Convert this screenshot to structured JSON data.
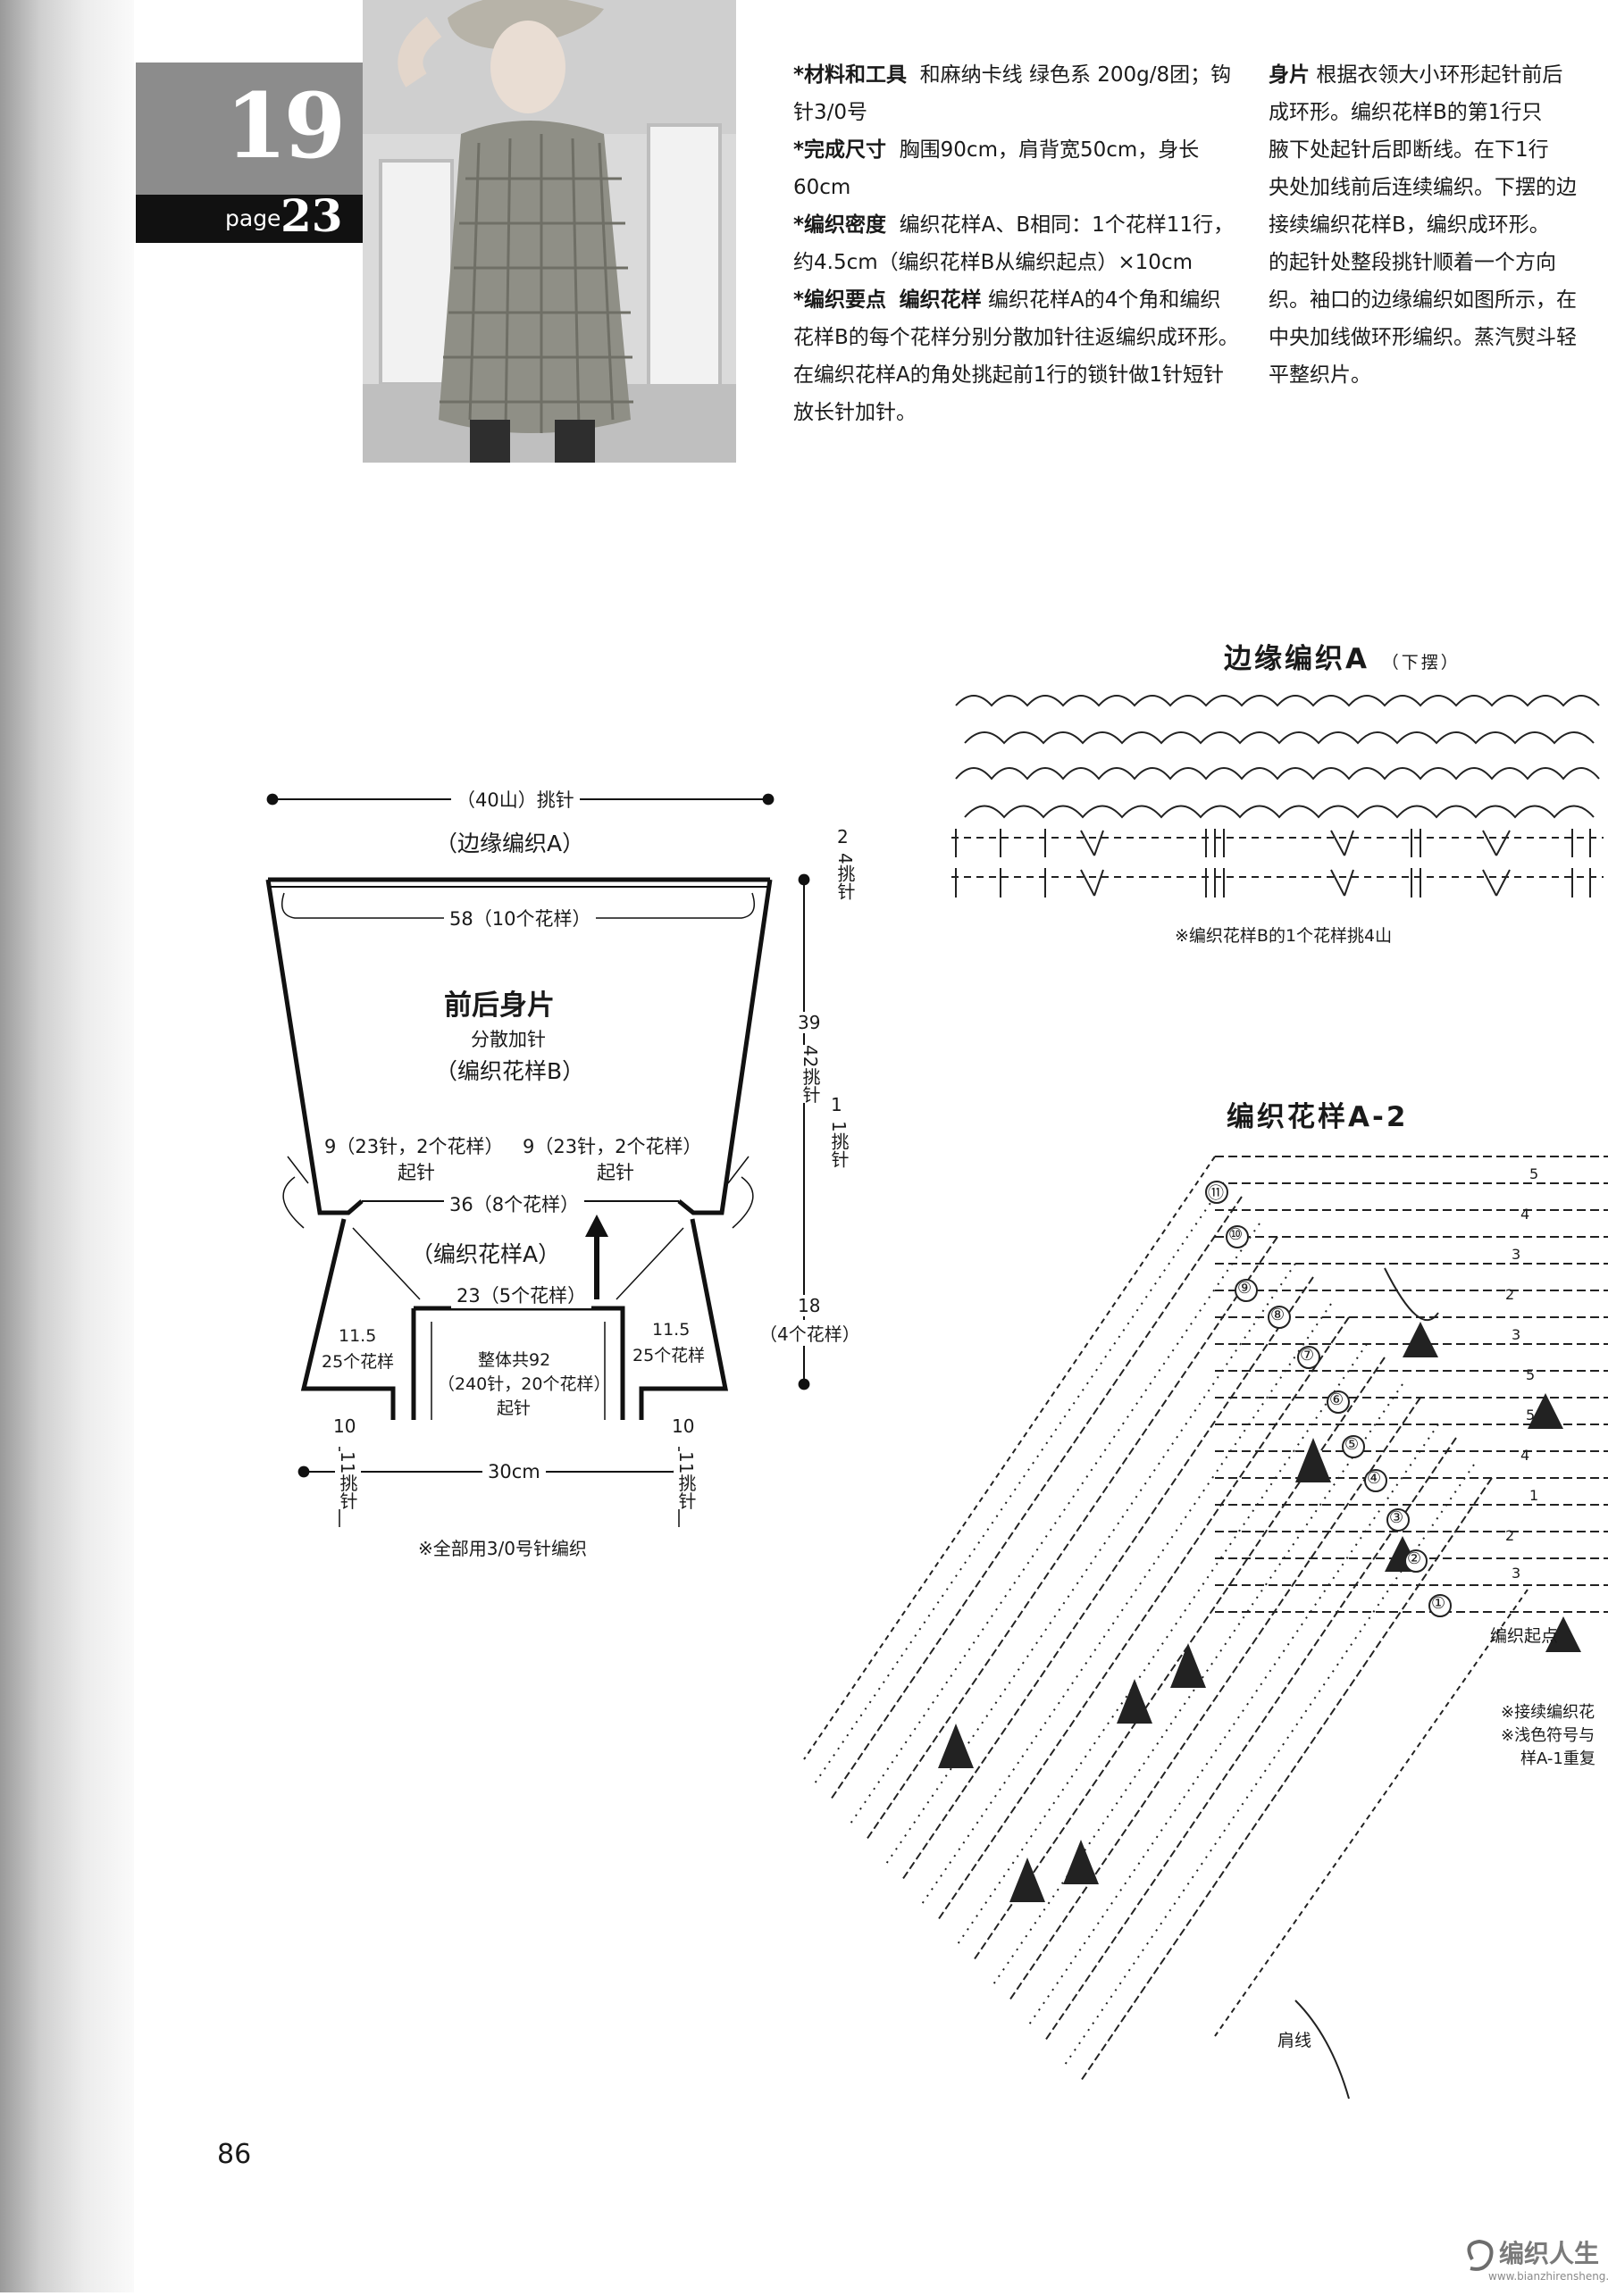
{
  "badge": {
    "number": "19",
    "page_word": "page",
    "page_ref": "23"
  },
  "materials": {
    "p1_label": "*材料和工具",
    "p1_text": "和麻纳卡线 绿色系 200g/8团；钩针3/0号",
    "p2_label": "*完成尺寸",
    "p2_text": "胸围90cm，肩背宽50cm，身长60cm",
    "p3_label": "*编织密度",
    "p3_text": "编织花样A、B相同：1个花样11行，约4.5cm（编织花样B从编织起点）×10cm",
    "p4_label": "*编织要点",
    "p4_label2": "编织花样",
    "p4_text": "编织花样A的4个角和编织花样B的每个花样分别分散加针往返编织成环形。在编织花样A的角处挑起前1行的锁针做1针短针放长针加针。"
  },
  "body_text": {
    "label": "身片",
    "lines": [
      "根据衣领大小环形起针前后",
      "成环形。编织花样B的第1行只",
      "腋下处起针后即断线。在下1行",
      "央处加线前后连续编织。下摆的边",
      "接续编织花样B，编织成环形。",
      "的起针处整段挑针顺着一个方向",
      "织。袖口的边缘编织如图所示，在",
      "中央加线做环形编织。蒸汽熨斗轻",
      "平整织片。"
    ]
  },
  "schematic": {
    "top_width": "（40山）挑针",
    "border": "（边缘编织A）",
    "width58": "58（10个花样）",
    "title": "前后身片",
    "sub1": "分散加针",
    "sub2": "（编织花样B）",
    "left9a": "9（23针，2个花样）",
    "left9b": "起针",
    "right9a": "9（23针，2个花样）",
    "right9b": "起针",
    "w36": "36（8个花样）",
    "yoke": "（编织花样A）",
    "w23": "23（5个花样）",
    "s115_l1": "11.5",
    "s115_l2": "25个花样",
    "s115_r1": "11.5",
    "s115_r2": "25个花样",
    "center1": "整体共92",
    "center2": "（240针，20个花样）",
    "center3": "起针",
    "v2": "2",
    "v4": "4",
    "v4u": "挑针",
    "v39": "39",
    "v42": "42",
    "v42u": "挑针",
    "v1": "1",
    "v1b": "1",
    "v1u": "挑针",
    "v18": "18",
    "v18u": "（4个花样）",
    "l10": "10",
    "l11": "11",
    "l11u": "挑针",
    "r10": "10",
    "r11": "11",
    "r11u": "挑针",
    "w30": "30cm",
    "note": "※全部用3/0号针编织"
  },
  "edge_chart": {
    "title": "边缘编织A",
    "title_sub": "（下摆）",
    "note": "※编织花样B的1个花样挑4山"
  },
  "a2_chart": {
    "title": "编织花样A-2",
    "row_marks": [
      "⑪",
      "⑩",
      "⑨",
      "⑧",
      "⑦",
      "⑥",
      "⑤",
      "④",
      "③",
      "②",
      "①"
    ],
    "row_nums": [
      "5",
      "4",
      "3",
      "2",
      "3",
      "5",
      "5",
      "4",
      "1",
      "2",
      "3"
    ],
    "start": "编织起点",
    "note1": "※接续编织花",
    "note2": "※浅色符号与",
    "note3": "样A-1重复",
    "shoulder": "肩线"
  },
  "page_number": "86",
  "watermark": {
    "brand": "编织人生",
    "url": "www.bianzhirensheng.com"
  }
}
